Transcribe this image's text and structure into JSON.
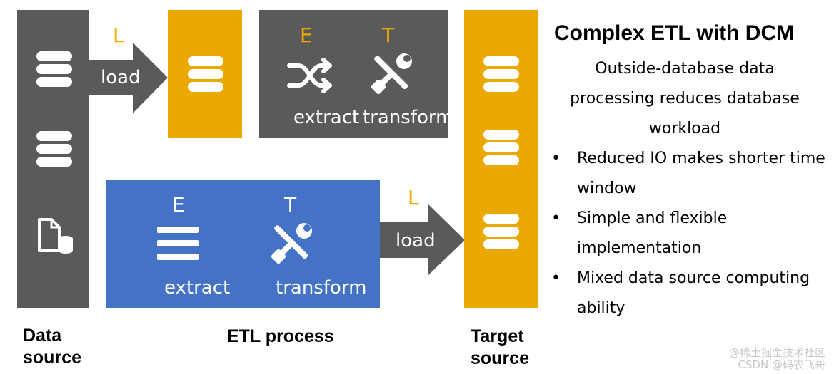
{
  "diagram": {
    "letters": {
      "load": "L",
      "extract": "E",
      "transform": "T"
    },
    "labels": {
      "load": "load",
      "extract": "extract",
      "transform": "transform"
    },
    "captions": {
      "data_source": "Data source",
      "etl_process": "ETL process",
      "target_source": "Target source"
    },
    "icons": {
      "database": "database-icon",
      "file_database": "file-database-icon",
      "shuffle": "shuffle-icon",
      "tools": "tools-icon",
      "menu_lines": "lines-icon"
    },
    "colors": {
      "dark_gray": "#5a5a5a",
      "gold": "#eba800",
      "blue": "#4472c4"
    }
  },
  "info": {
    "title": "Complex ETL with DCM",
    "description": "Outside-database data processing reduces database workload",
    "bullet_symbol": "•",
    "bullets": [
      "Reduced IO makes shorter time window",
      "Simple and flexible implementation",
      "Mixed data source computing ability"
    ]
  },
  "watermark": {
    "line1": "@稀土掘金技术社区",
    "line2": "CSDN @码农飞哥"
  }
}
